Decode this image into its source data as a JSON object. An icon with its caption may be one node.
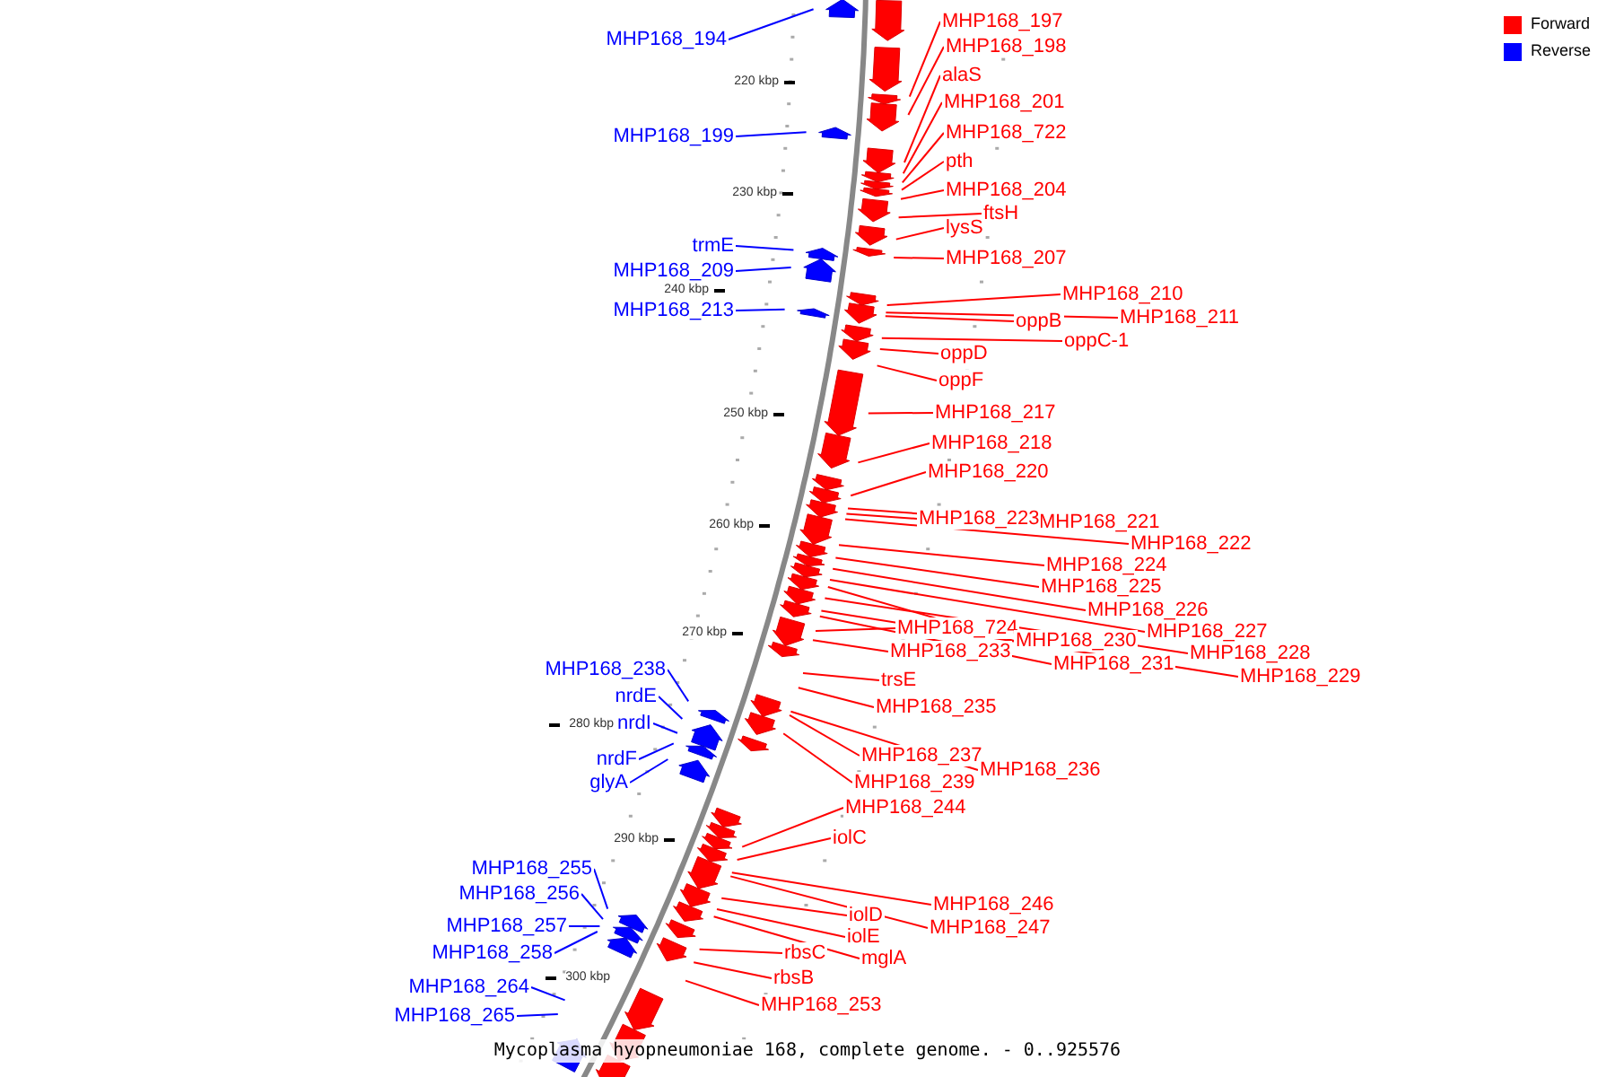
{
  "diagram": {
    "caption": "Mycoplasma hyopneumoniae 168, complete genome. - 0..925576",
    "nodes": [
      {
        "text": [
          "MHP168_194"
        ]
      },
      {
        "text": [
          "MHP168_199"
        ]
      },
      {
        "text": [
          "trmE"
        ]
      },
      {
        "text": [
          "MHP168_209"
        ]
      },
      {
        "text": [
          "MHP168_213"
        ]
      },
      {
        "text": [
          "MHP168_238"
        ]
      },
      {
        "text": [
          "nrdE"
        ]
      },
      {
        "text": [
          "nrdI"
        ]
      },
      {
        "text": [
          "nrdF"
        ]
      },
      {
        "text": [
          "glyA"
        ]
      },
      {
        "text": [
          "MHP168_255"
        ]
      },
      {
        "text": [
          "MHP168_256"
        ]
      },
      {
        "text": [
          "MHP168_257"
        ]
      },
      {
        "text": [
          "MHP168_258"
        ]
      },
      {
        "text": [
          "MHP168_264"
        ]
      },
      {
        "text": [
          "MHP168_265"
        ]
      },
      {
        "text": [
          "MHP168_197"
        ]
      },
      {
        "text": [
          "MHP168_198"
        ]
      },
      {
        "text": [
          "alaS"
        ]
      },
      {
        "text": [
          "MHP168_201"
        ]
      },
      {
        "text": [
          "MHP168_722"
        ]
      },
      {
        "text": [
          "pth"
        ]
      },
      {
        "text": [
          "MHP168_204"
        ]
      },
      {
        "text": [
          "ftsH"
        ]
      },
      {
        "text": [
          "lysS"
        ]
      },
      {
        "text": [
          "MHP168_207"
        ]
      },
      {
        "text": [
          "MHP168_210"
        ]
      },
      {
        "text": [
          "oppB"
        ]
      },
      {
        "text": [
          "MHP168_211"
        ]
      },
      {
        "text": [
          "oppC-1"
        ]
      },
      {
        "text": [
          "oppD"
        ]
      },
      {
        "text": [
          "oppF"
        ]
      },
      {
        "text": [
          "MHP168_217"
        ]
      },
      {
        "text": [
          "MHP168_218"
        ]
      },
      {
        "text": [
          "MHP168_220"
        ]
      },
      {
        "text": [
          "MHP168_221"
        ]
      },
      {
        "text": [
          "MHP168_223"
        ]
      },
      {
        "text": [
          "MHP168_222"
        ]
      },
      {
        "text": [
          "MHP168_224"
        ]
      },
      {
        "text": [
          "MHP168_225"
        ]
      },
      {
        "text": [
          "MHP168_226"
        ]
      },
      {
        "text": [
          "MHP168_227"
        ]
      },
      {
        "text": [
          "MHP168_724"
        ]
      },
      {
        "text": [
          "MHP168_230"
        ]
      },
      {
        "text": [
          "MHP168_228"
        ]
      },
      {
        "text": [
          "MHP168_233"
        ]
      },
      {
        "text": [
          "MHP168_231"
        ]
      },
      {
        "text": [
          "MHP168_229"
        ]
      },
      {
        "text": [
          "trsE"
        ]
      },
      {
        "text": [
          "MHP168_235"
        ]
      },
      {
        "text": [
          "MHP168_237"
        ]
      },
      {
        "text": [
          "MHP168_236"
        ]
      },
      {
        "text": [
          "MHP168_239"
        ]
      },
      {
        "text": [
          "MHP168_244"
        ]
      },
      {
        "text": [
          "iolC"
        ]
      },
      {
        "text": [
          "MHP168_246"
        ]
      },
      {
        "text": [
          "MHP168_247"
        ]
      },
      {
        "text": [
          "iolD"
        ]
      },
      {
        "text": [
          "iolE"
        ]
      },
      {
        "text": [
          "mglA"
        ]
      },
      {
        "text": [
          "rbsC"
        ]
      },
      {
        "text": [
          "rbsB"
        ]
      },
      {
        "text": [
          "MHP168_253"
        ]
      }
    ],
    "edges": [
      {
        "from": 0,
        "to": null,
        "arrow": "none",
        "color": "#0000ff"
      },
      {
        "from": 1,
        "to": null,
        "arrow": "none",
        "color": "#0000ff"
      },
      {
        "from": 2,
        "to": null,
        "arrow": "none",
        "color": "#0000ff"
      },
      {
        "from": 3,
        "to": null,
        "arrow": "none",
        "color": "#0000ff"
      },
      {
        "from": 4,
        "to": null,
        "arrow": "none",
        "color": "#0000ff"
      },
      {
        "from": 5,
        "to": null,
        "arrow": "none",
        "color": "#0000ff"
      },
      {
        "from": 6,
        "to": null,
        "arrow": "none",
        "color": "#0000ff"
      },
      {
        "from": 7,
        "to": null,
        "arrow": "none",
        "color": "#0000ff"
      },
      {
        "from": 8,
        "to": null,
        "arrow": "none",
        "color": "#0000ff"
      },
      {
        "from": 9,
        "to": null,
        "arrow": "none",
        "color": "#0000ff"
      },
      {
        "from": 10,
        "to": null,
        "arrow": "none",
        "color": "#0000ff"
      },
      {
        "from": 11,
        "to": null,
        "arrow": "none",
        "color": "#0000ff"
      },
      {
        "from": 12,
        "to": null,
        "arrow": "none",
        "color": "#0000ff"
      },
      {
        "from": 13,
        "to": null,
        "arrow": "none",
        "color": "#0000ff"
      },
      {
        "from": 14,
        "to": null,
        "arrow": "none",
        "color": "#0000ff"
      },
      {
        "from": 15,
        "to": null,
        "arrow": "none",
        "color": "#0000ff"
      },
      {
        "from": 16,
        "to": null,
        "arrow": "none"
      },
      {
        "from": 17,
        "to": null,
        "arrow": "none"
      },
      {
        "from": 18,
        "to": null,
        "arrow": "none"
      },
      {
        "from": 19,
        "to": null,
        "arrow": "none"
      },
      {
        "from": 20,
        "to": null,
        "arrow": "none"
      },
      {
        "from": 21,
        "to": null,
        "arrow": "none"
      },
      {
        "from": 22,
        "to": null,
        "arrow": "none"
      },
      {
        "from": 23,
        "to": null,
        "arrow": "none"
      },
      {
        "from": 24,
        "to": null,
        "arrow": "none"
      },
      {
        "from": 25,
        "to": null,
        "arrow": "none"
      },
      {
        "from": 26,
        "to": null,
        "arrow": "none"
      },
      {
        "from": 27,
        "to": null,
        "arrow": "none"
      },
      {
        "from": 28,
        "to": null,
        "arrow": "none"
      },
      {
        "from": 29,
        "to": null,
        "arrow": "none"
      },
      {
        "from": 30,
        "to": null,
        "arrow": "none"
      },
      {
        "from": 31,
        "to": null,
        "arrow": "none"
      },
      {
        "from": 32,
        "to": null,
        "arrow": "none"
      },
      {
        "from": 33,
        "to": null,
        "arrow": "none"
      },
      {
        "from": 34,
        "to": null,
        "arrow": "none"
      },
      {
        "from": 35,
        "to": null,
        "arrow": "none"
      },
      {
        "from": 36,
        "to": null,
        "arrow": "none"
      },
      {
        "from": 37,
        "to": null,
        "arrow": "none"
      },
      {
        "from": 38,
        "to": null,
        "arrow": "none"
      },
      {
        "from": 39,
        "to": null,
        "arrow": "none"
      },
      {
        "from": 40,
        "to": null,
        "arrow": "none"
      },
      {
        "from": 41,
        "to": null,
        "arrow": "none"
      },
      {
        "from": 42,
        "to": null,
        "arrow": "none"
      },
      {
        "from": 43,
        "to": null,
        "arrow": "none"
      },
      {
        "from": 44,
        "to": null,
        "arrow": "none"
      },
      {
        "from": 45,
        "to": null,
        "arrow": "none"
      },
      {
        "from": 46,
        "to": null,
        "arrow": "none"
      },
      {
        "from": 47,
        "to": null,
        "arrow": "none"
      },
      {
        "from": 48,
        "to": null,
        "arrow": "none"
      },
      {
        "from": 49,
        "to": null,
        "arrow": "none"
      },
      {
        "from": 50,
        "to": null,
        "arrow": "none"
      },
      {
        "from": 51,
        "to": null,
        "arrow": "none"
      },
      {
        "from": 52,
        "to": null,
        "arrow": "none"
      },
      {
        "from": 53,
        "to": null,
        "arrow": "none"
      },
      {
        "from": 54,
        "to": null,
        "arrow": "none"
      },
      {
        "from": 55,
        "to": null,
        "arrow": "none"
      },
      {
        "from": 56,
        "to": null,
        "arrow": "none"
      },
      {
        "from": 57,
        "to": null,
        "arrow": "none"
      },
      {
        "from": 58,
        "to": null,
        "arrow": "none"
      },
      {
        "from": 59,
        "to": null,
        "arrow": "none"
      },
      {
        "from": 60,
        "to": null,
        "arrow": "none"
      },
      {
        "from": 61,
        "to": null,
        "arrow": "none"
      },
      {
        "from": 62,
        "to": null,
        "arrow": "none"
      }
    ],
    "labels": [
      "220 kbp",
      "230 kbp",
      "240 kbp",
      "250 kbp",
      "260 kbp",
      "270 kbp",
      "280 kbp",
      "290 kbp",
      "300 kbp"
    ],
    "legend": [
      {
        "text": "Forward",
        "color": "#ff0000"
      },
      {
        "text": "Reverse",
        "color": "#0000ff"
      }
    ]
  }
}
